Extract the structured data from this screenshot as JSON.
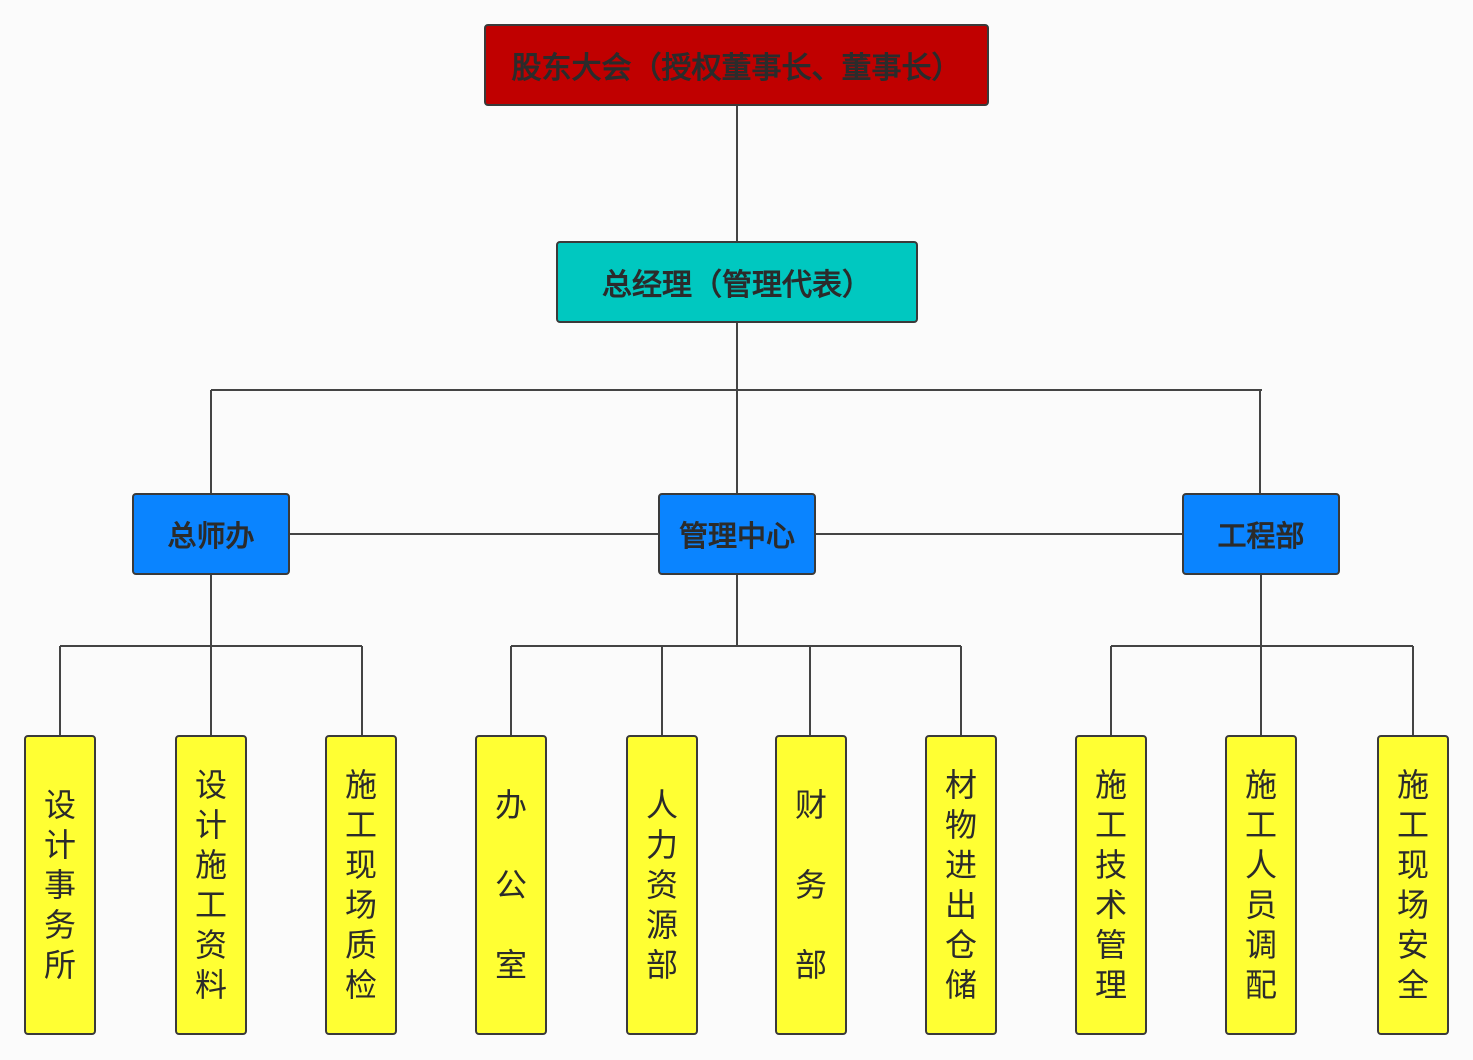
{
  "nodes": {
    "top": "股东大会（授权董事长、董事长）",
    "gm": "总经理（管理代表）",
    "depts": {
      "zongshiban": "总师办",
      "guanlizhongxin": "管理中心",
      "gongchengbu": "工程部"
    },
    "leaves": {
      "zongshiban": [
        "设计事务所",
        "设计施工资料",
        "施工现场质检"
      ],
      "guanlizhongxin": [
        "办公室",
        "人力资源部",
        "财务部",
        "材物进出仓储"
      ],
      "gongchengbu": [
        "施工技术管理",
        "施工人员调配",
        "施工现场安全"
      ]
    }
  },
  "colors": {
    "top": "#c00000",
    "gm": "#00c8c0",
    "dept": "#0a84ff",
    "leaf": "#ffff33",
    "line": "#444444",
    "text": "#2b2b2b",
    "background": "#fbfbfb"
  }
}
